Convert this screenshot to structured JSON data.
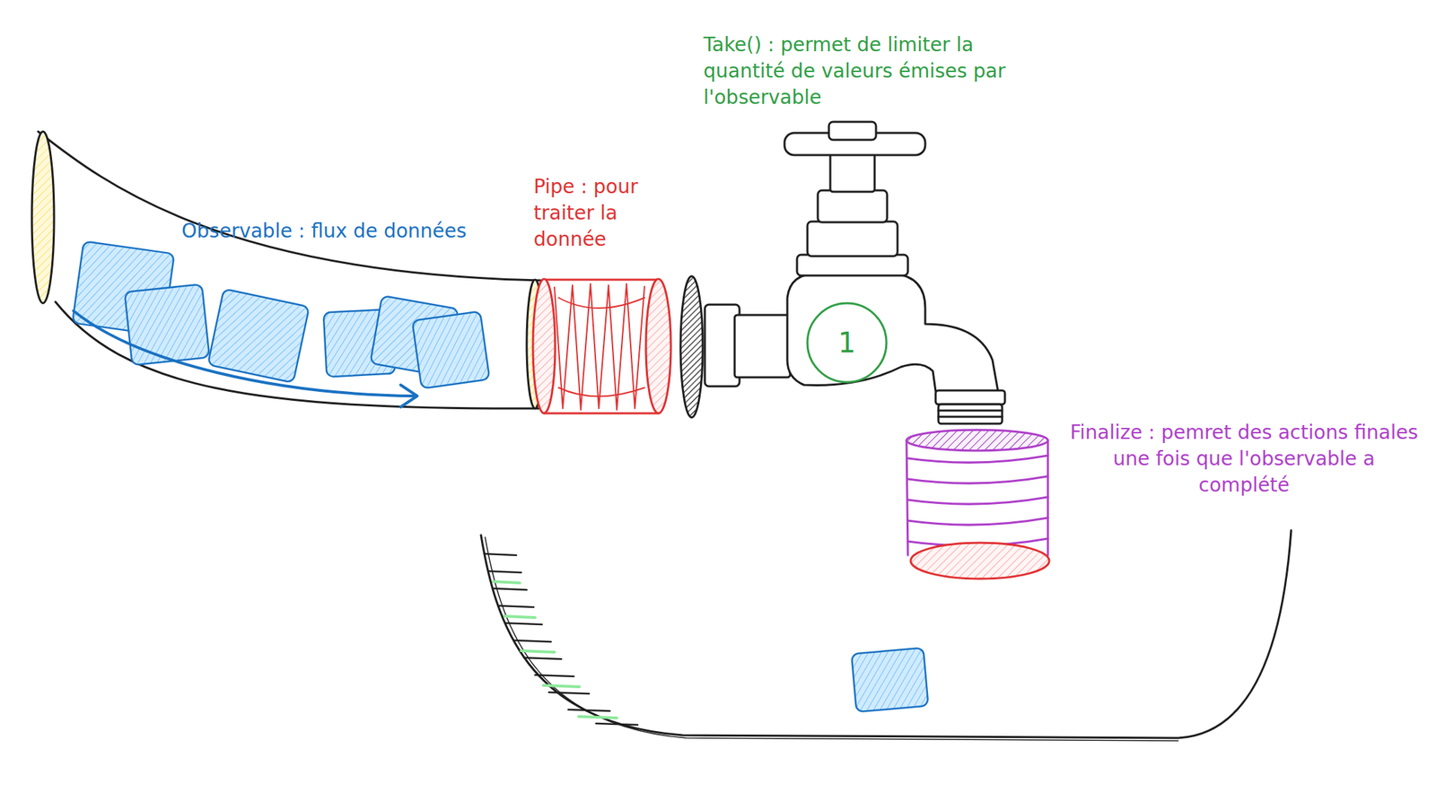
{
  "diagram": {
    "nodes": [
      {
        "text": [
          "Observable : flux de données"
        ]
      },
      {
        "text": [
          "Pipe : pour traiter la donnée"
        ]
      },
      {
        "text": [
          "Take() : permet de limiter la quantité de valeurs émises par l'observable"
        ]
      },
      {
        "text": [
          "1"
        ],
        "in": 2
      },
      {
        "text": [
          "Finalize : pemret des actions finales une fois que l'observable a complété"
        ]
      }
    ]
  }
}
